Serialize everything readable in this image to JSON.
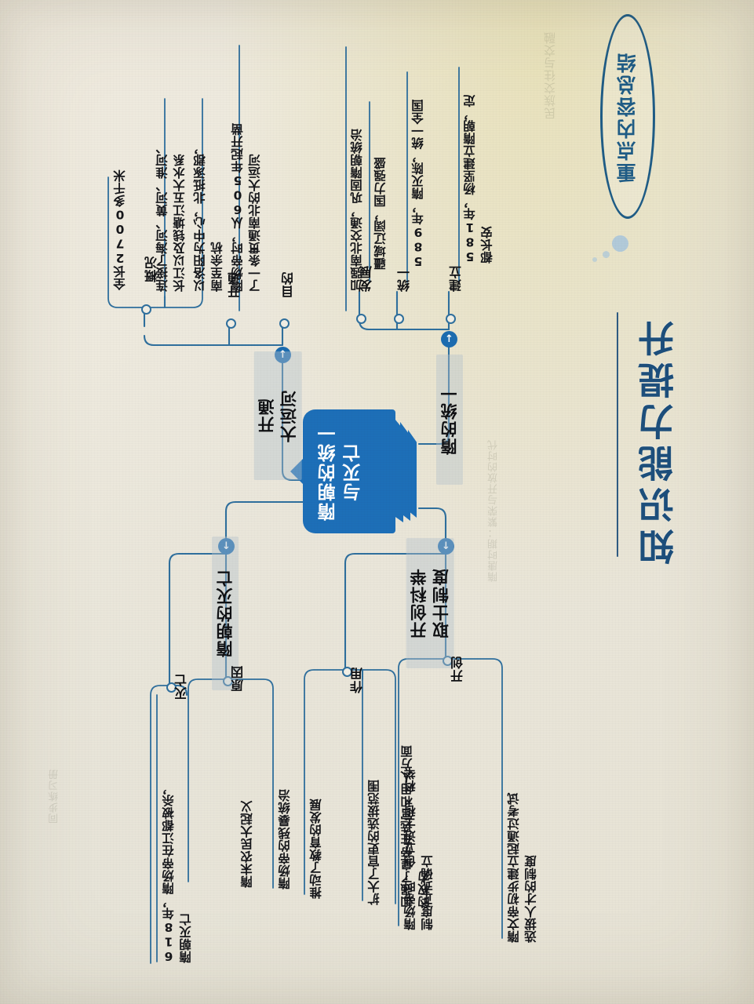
{
  "page": {
    "title": "知识能力提升",
    "badge_label": "重点内容总结",
    "center_node": "隋朝的统一\n与灭亡",
    "accent_blue": "#1d6fb8",
    "title_blue": "#1d4f7c",
    "line_blue": "#2f6f9d",
    "paper": "#eae6da"
  },
  "branches": [
    {
      "id": "sui-unification",
      "label": "隋的统一",
      "arrow": "↑",
      "groups": [
        {
          "label": "建立",
          "items": [
            "581年，杨坚建立隋朝，定\n都长安"
          ]
        },
        {
          "label": "统一",
          "items": [
            "589年，隋灭陈，统一全国"
          ]
        },
        {
          "label": "发展",
          "items": [
            "疆域辽阔，国力强盛"
          ]
        }
      ]
    },
    {
      "id": "grand-canal",
      "label": "开通\n大运河",
      "arrow": "↑",
      "groups": [
        {
          "label": "目的",
          "items": [
            "加强南北交通，巩固隋朝统治"
          ]
        },
        {
          "label": "开通",
          "items": [
            "隋炀帝时，从605年起开凿\n了一条贯通南北的大运河"
          ]
        },
        {
          "label": "概况",
          "items": [
            "以洛阳为中心，北抵涿郡，\n南至余杭",
            "连接了海河、黄河、淮河、\n长江以及钱塘江五大水系",
            "全长2700多千米"
          ]
        }
      ]
    },
    {
      "id": "imperial-exam",
      "label": "开创科举\n取士制度",
      "arrow": "↓",
      "groups": [
        {
          "label": "开创",
          "items": [
            "隋文帝初步建立起通过考试\n选拔人才的制度",
            "隋炀帝时，创立进士科，科举\n制度正式确立"
          ]
        },
        {
          "label": "作用",
          "items": [
            "加强了皇帝在选官和用人方面\n的权力",
            "扩大了官吏的选拔范围",
            "推动了教育的发展"
          ]
        }
      ]
    },
    {
      "id": "sui-fall",
      "label": "隋朝的灭亡",
      "arrow": "↓",
      "groups": [
        {
          "label": "原因",
          "items": [
            "隋炀帝的残暴统治",
            "隋末农民大起义"
          ]
        },
        {
          "label": "灭亡",
          "items": [
            "618年，隋炀帝在江都被杀，\n隋朝灭亡"
          ]
        }
      ]
    }
  ],
  "ghost_showthrough": [
    "民族交往与交融",
    "隋唐时期：繁荣与开放的时代",
    "同步练习册"
  ]
}
